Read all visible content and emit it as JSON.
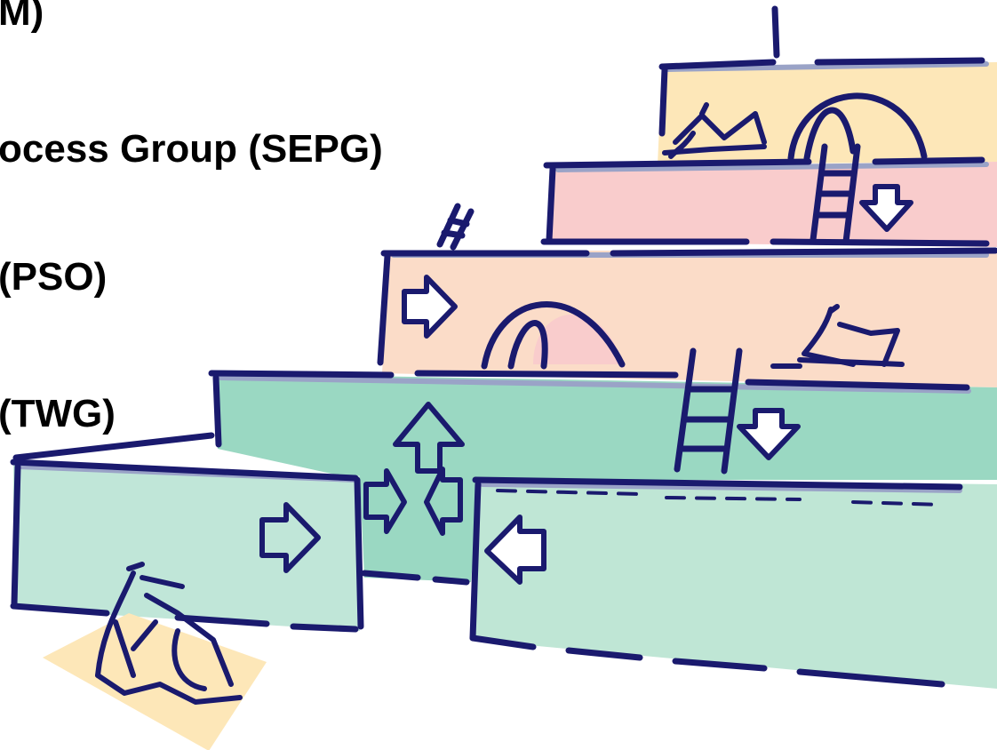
{
  "labels": {
    "line1": "M)",
    "line2": "ocess Group (SEPG)",
    "line3": "(PSO)",
    "line4": "(TWG)"
  },
  "colors": {
    "tier_top": "#fde7b8",
    "tier_pink": "#f9cccc",
    "tier_peach": "#fbdcc8",
    "tier_green": "#9ad8c2",
    "tier_green_light": "#c0e6d8",
    "tier_green_front": "#bfe6d5",
    "ink": "#1a1a6e"
  },
  "icons": {
    "figure_top": "person-climbing-icon",
    "figure_middle": "person-working-icon",
    "figure_bottom": "person-sitting-icon",
    "ladder": "ladder-icon",
    "arch": "arch-doorway-icon",
    "arrow": "block-arrow-icon"
  }
}
